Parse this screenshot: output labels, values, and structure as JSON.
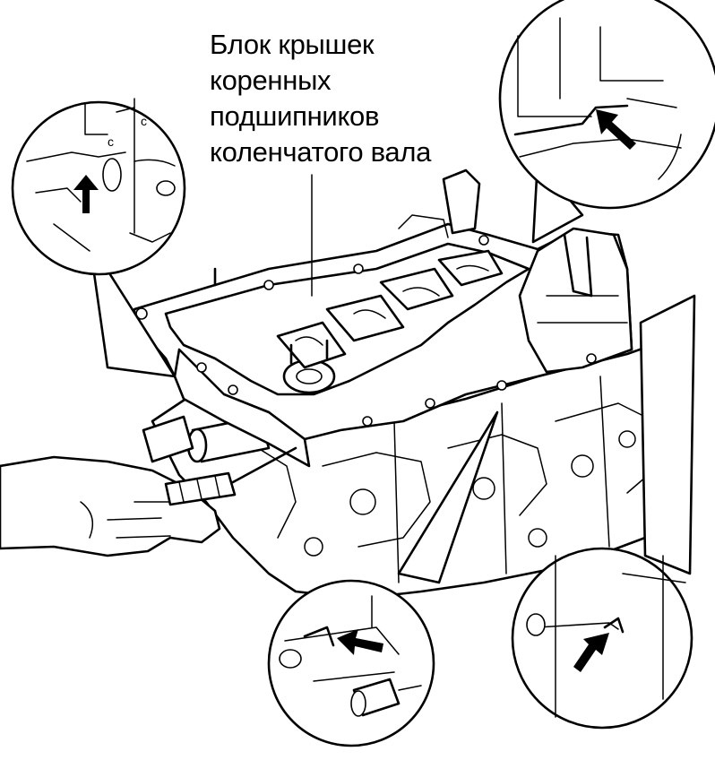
{
  "figure": {
    "label_lines": [
      "Блок крышек",
      "коренных",
      "подшипников",
      "коленчатого вала"
    ]
  },
  "icons": {
    "detail_arrows": [
      "black-arrow-icon",
      "black-arrow-icon",
      "black-arrow-icon",
      "black-arrow-icon"
    ]
  },
  "colors": {
    "ink": "#000000",
    "paper": "#ffffff"
  }
}
